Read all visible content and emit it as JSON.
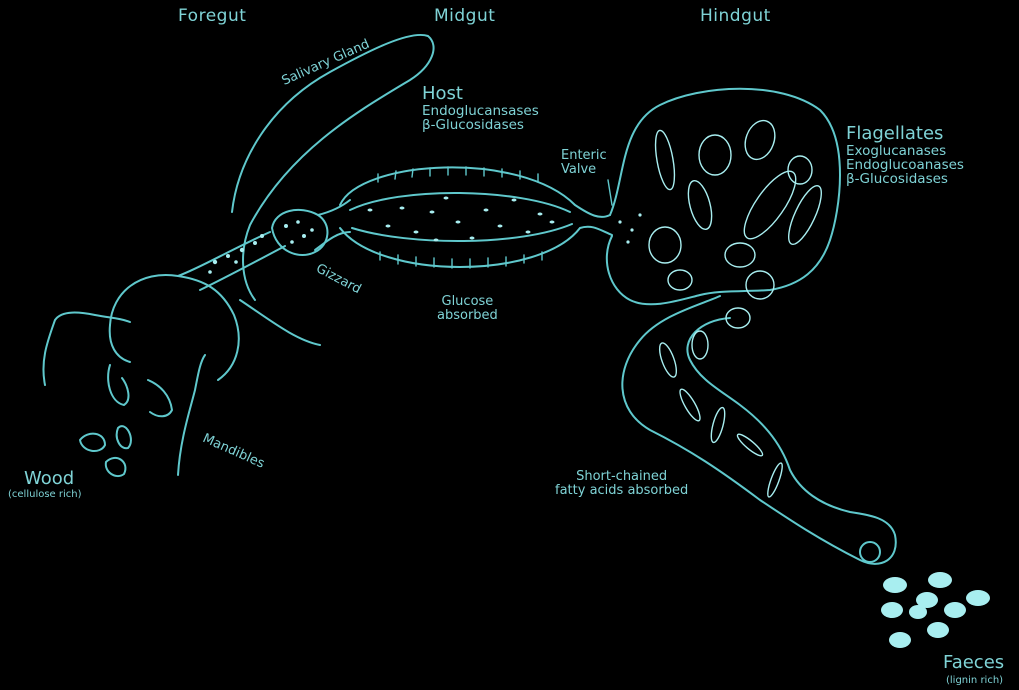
{
  "sections": {
    "foregut": "Foregut",
    "midgut": "Midgut",
    "hindgut": "Hindgut"
  },
  "salivary_gland": "Salivary Gland",
  "host": {
    "title": "Host",
    "enzymes": [
      "Endoglucansases",
      "β-Glucosidases"
    ]
  },
  "enteric_valve": [
    "Enteric",
    "Valve"
  ],
  "flagellates": {
    "title": "Flagellates",
    "enzymes": [
      "Exoglucanases",
      "Endoglucoanases",
      "β-Glucosidases"
    ]
  },
  "gizzard": "Gizzard",
  "glucose": [
    "Glucose",
    "absorbed"
  ],
  "mandibles": "Mandibles",
  "wood": {
    "title": "Wood",
    "note": "(cellulose rich)"
  },
  "fatty_acids": [
    "Short-chained",
    "fatty acids absorbed"
  ],
  "faeces": {
    "title": "Faeces",
    "note": "(lignin rich)"
  },
  "colors": {
    "background": "#000000",
    "outline": "#5fc8cc",
    "text": "#7fd3d6",
    "particles": "#a8eef0"
  }
}
